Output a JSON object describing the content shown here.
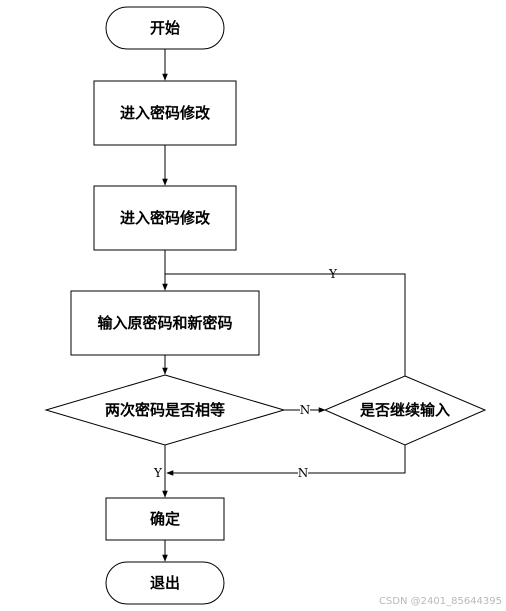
{
  "diagram": {
    "nodes": {
      "start": "开始",
      "step1": "进入密码修改",
      "step2": "进入密码修改",
      "input": "输入原密码和新密码",
      "decision_match": "两次密码是否相等",
      "decision_continue": "是否继续输入",
      "confirm": "确定",
      "exit": "退出"
    },
    "edges": {
      "yes_continue": "Y",
      "no_match": "N",
      "no_continue": "N",
      "yes_match": "Y"
    }
  },
  "watermark": "CSDN @2401_85644395"
}
